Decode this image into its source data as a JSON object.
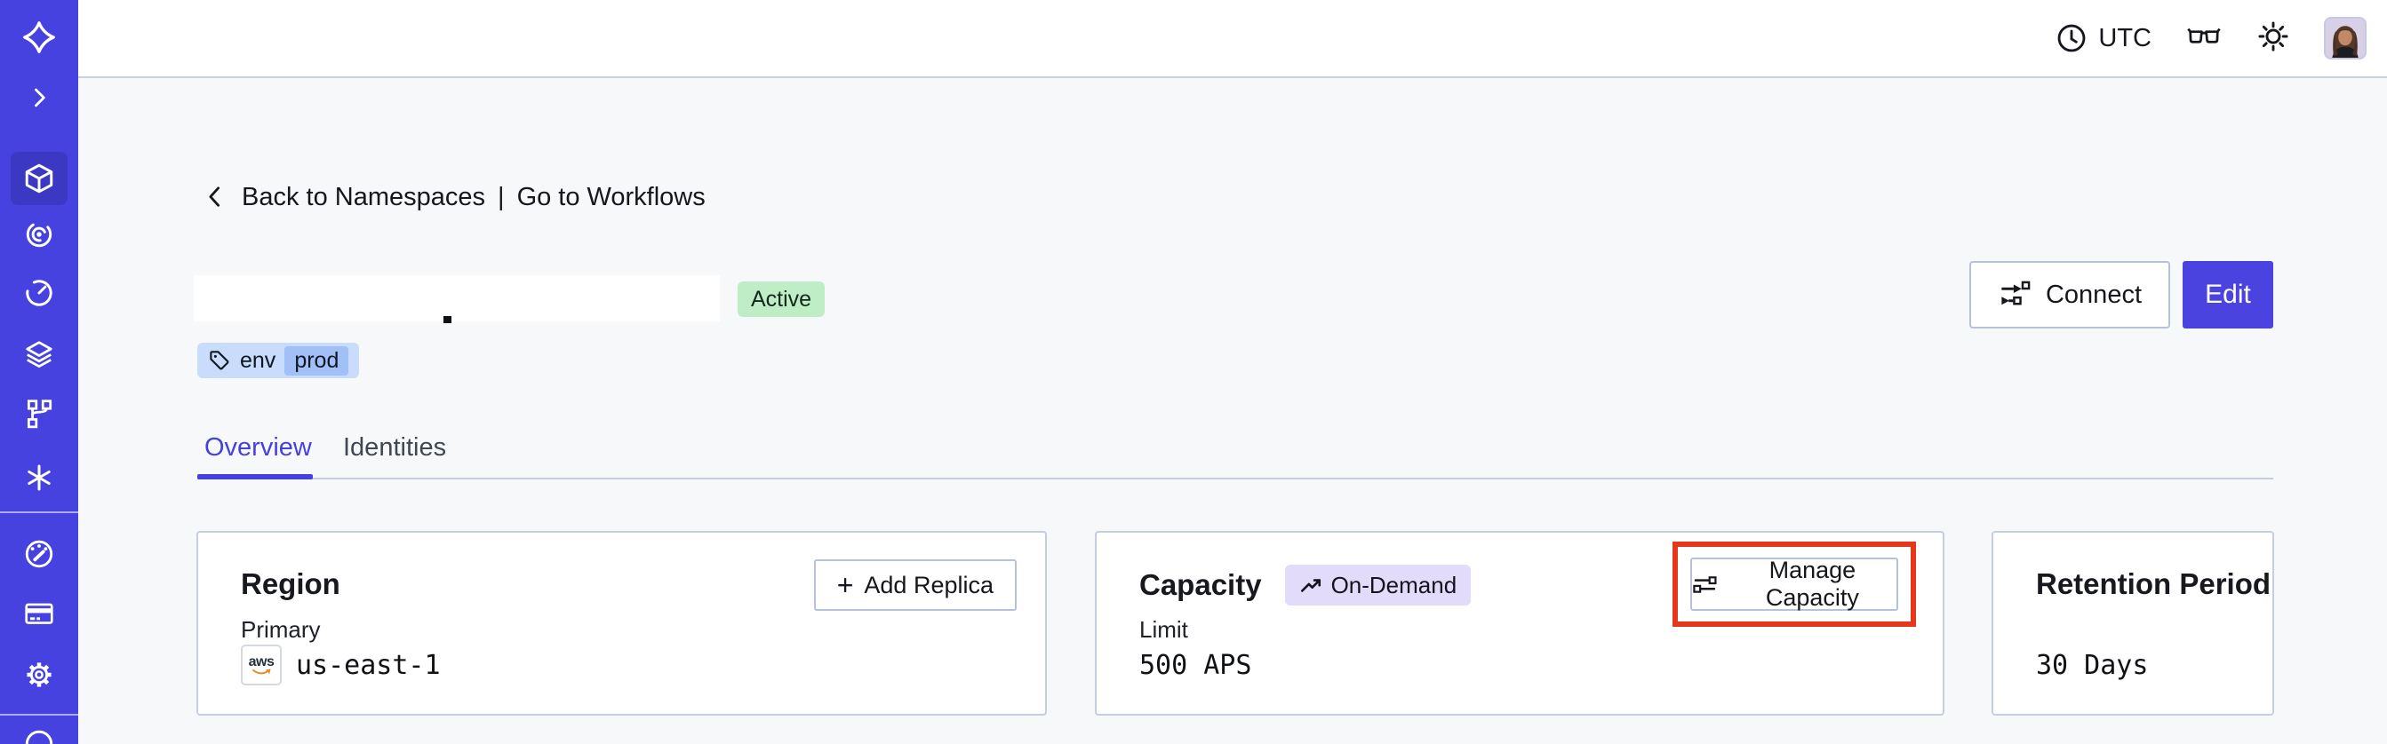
{
  "topbar": {
    "timezone": "UTC"
  },
  "breadcrumb": {
    "back_label": "Back to Namespaces",
    "divider": "|",
    "workflows_label": "Go to Workflows"
  },
  "namespace": {
    "status": "Active",
    "tag_key": "env",
    "tag_value": "prod",
    "connect_label": "Connect",
    "edit_label": "Edit"
  },
  "tabs": {
    "overview": "Overview",
    "identities": "Identities"
  },
  "cards": {
    "region": {
      "title": "Region",
      "action_plus": "+",
      "action_label": "Add Replica",
      "row_label": "Primary",
      "provider": "aws",
      "value": "us-east-1"
    },
    "capacity": {
      "title": "Capacity",
      "badge": "On-Demand",
      "action_label": "Manage Capacity",
      "row_label": "Limit",
      "value": "500 APS"
    },
    "retention": {
      "title": "Retention Period",
      "value": "30 Days"
    }
  },
  "icons": {
    "sidebar": [
      "temporal-logo",
      "chevron-right",
      "namespaces",
      "workflows",
      "schedules",
      "stack",
      "deployments",
      "batch",
      "usage",
      "billing",
      "settings",
      "support"
    ],
    "topbar": [
      "clock",
      "glasses",
      "sun-theme",
      "avatar"
    ]
  },
  "colors": {
    "sidebar": "#4642DF",
    "accent": "#4A43E0",
    "active_badge_bg": "#BFEEC6",
    "tag_bg": "#CADCFC",
    "tag_chip_bg": "#A2C0F8",
    "on_demand_bg": "#E2DBFA",
    "annotation_red": "#E5381A"
  }
}
